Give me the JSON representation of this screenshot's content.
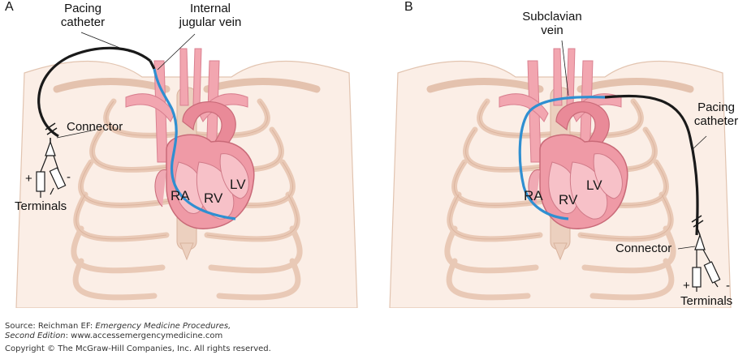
{
  "panel_a": {
    "letter": "A",
    "pacing_catheter": [
      "Pacing",
      "catheter"
    ],
    "vein": [
      "Internal",
      "jugular vein"
    ],
    "connector": "Connector",
    "terminals": "Terminals",
    "plus": "+",
    "minus": "-",
    "ra": "RA",
    "rv": "RV",
    "lv": "LV"
  },
  "panel_b": {
    "letter": "B",
    "vein": [
      "Subclavian",
      "vein"
    ],
    "pacing_catheter": [
      "Pacing",
      "catheter"
    ],
    "connector": "Connector",
    "terminals": "Terminals",
    "plus": "+",
    "minus": "-",
    "ra": "RA",
    "rv": "RV",
    "lv": "LV"
  },
  "footer": {
    "source_prefix": "Source: Reichman EF: ",
    "source_title": "Emergency Medicine Procedures,",
    "edition": "Second Edition",
    "site": ": www.accessemergencymedicine.com",
    "copyright": "Copyright © The McGraw-Hill Companies, Inc. All rights reserved."
  },
  "colors": {
    "skin": "#fbeee6",
    "rib": "#e9c9b6",
    "heart": "#ef9aa6",
    "catheter": "#1a1a1a",
    "wire": "#2f8fd1"
  }
}
